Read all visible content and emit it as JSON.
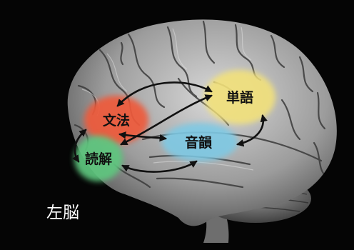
{
  "hemisphere_label": "左脳",
  "regions": {
    "grammar": {
      "label": "文法",
      "color": "#ef5a3a"
    },
    "vocabulary": {
      "label": "単語",
      "color": "#f2e17a"
    },
    "phonology": {
      "label": "音韻",
      "color": "#7ec9e4"
    },
    "reading": {
      "label": "読解",
      "color": "#5fc77f"
    }
  },
  "connections": [
    {
      "from": "文法",
      "to": "単語",
      "bidirectional": true
    },
    {
      "from": "文法",
      "to": "音韻",
      "bidirectional": true
    },
    {
      "from": "文法",
      "to": "読解",
      "bidirectional": true
    },
    {
      "from": "読解",
      "to": "単語",
      "bidirectional": true
    },
    {
      "from": "読解",
      "to": "音韻",
      "bidirectional": true
    },
    {
      "from": "音韻",
      "to": "単語",
      "bidirectional": true
    }
  ],
  "colors": {
    "background": "#050505",
    "brain": "#9a9a9a",
    "arrow": "#111111"
  }
}
